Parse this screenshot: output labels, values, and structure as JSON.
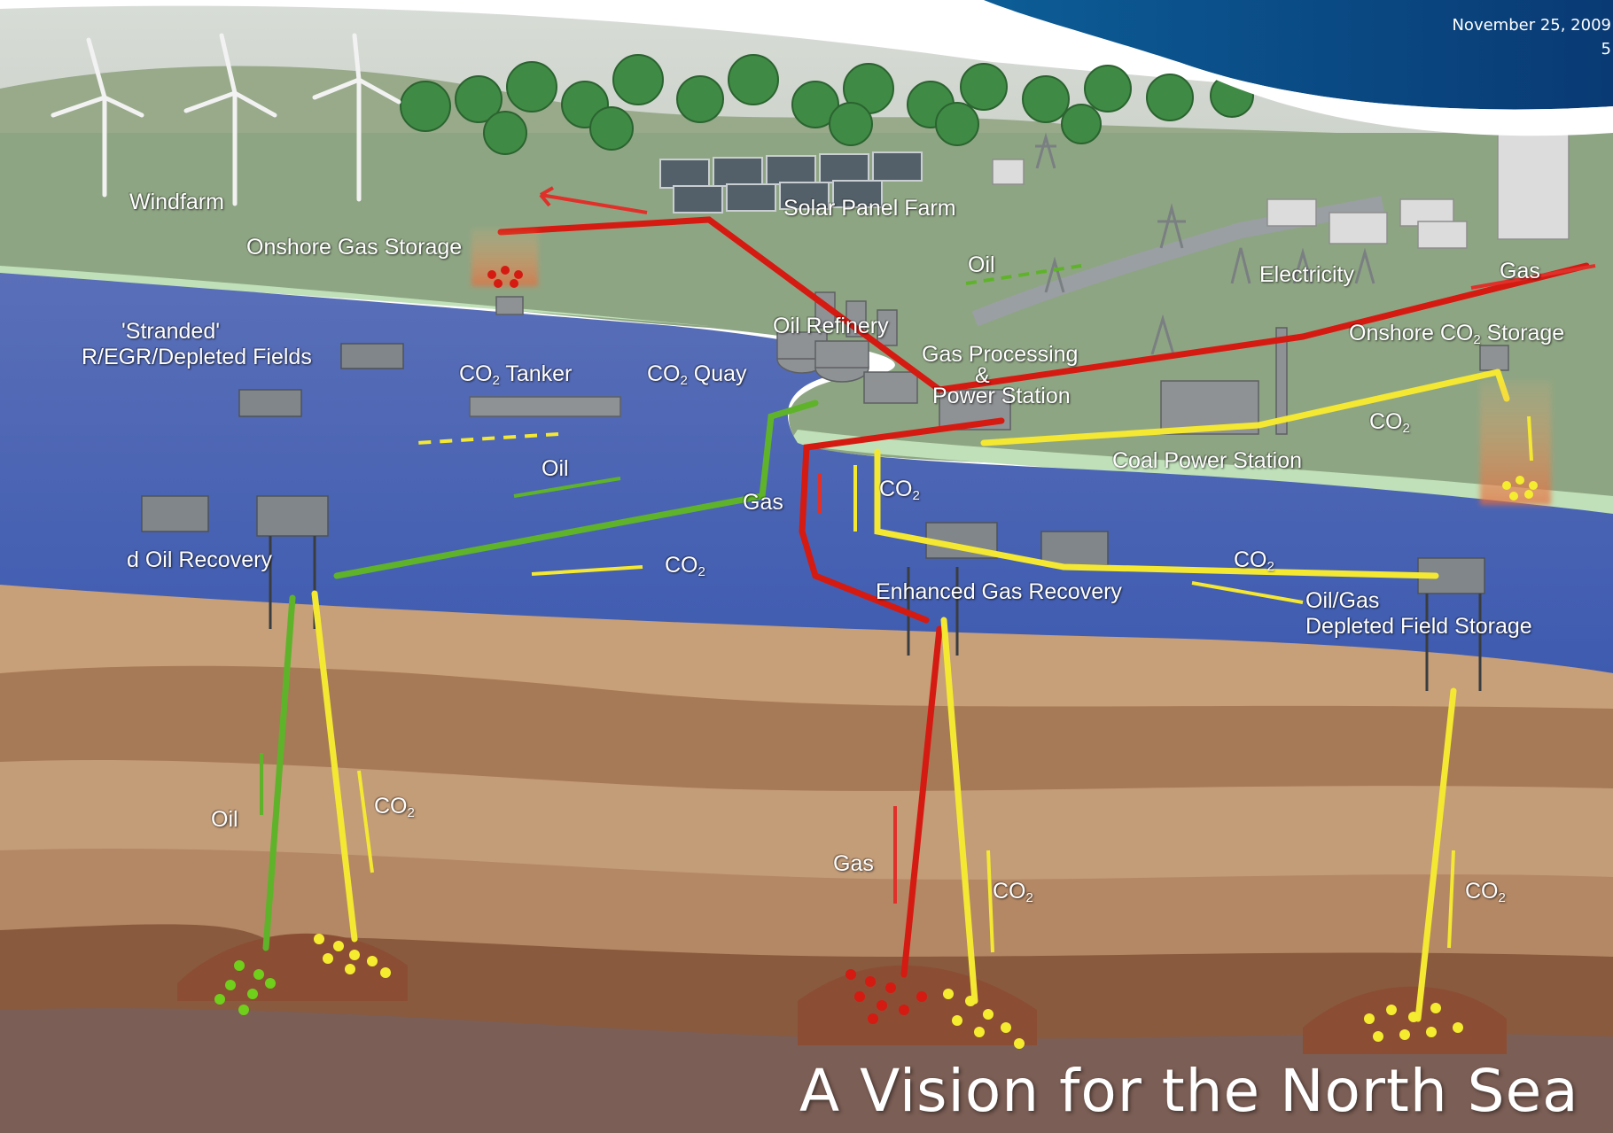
{
  "header": {
    "date": "November 25, 2009",
    "page_number": "5"
  },
  "title": "A Vision for the North Sea",
  "onshore_labels": {
    "windfarm": "Windfarm",
    "solar_panel_farm": "Solar Panel Farm",
    "onshore_gas_storage": "Onshore Gas Storage",
    "oil": "Oil",
    "electricity": "Electricity",
    "gas": "Gas",
    "onshore_co2_storage_pre": "Onshore CO",
    "onshore_co2_storage_sub": "2",
    "onshore_co2_storage_post": " Storage",
    "oil_refinery": "Oil Refinery",
    "gas_processing": "Gas Processing",
    "ampersand": "&",
    "power_station": "Power Station",
    "coal_power_station": "Coal Power Station",
    "co2_right": "CO",
    "co2_right_sub": "2"
  },
  "sea_labels": {
    "stranded": "'Stranded'",
    "egr_fields": "R/EGR/Depleted Fields",
    "co2_tanker": "CO",
    "co2_tanker_sub": "2",
    "co2_tanker_post": " Tanker",
    "co2_quay": "CO",
    "co2_quay_sub": "2",
    "co2_quay_post": " Quay",
    "oil": "Oil",
    "gas": "Gas",
    "co2_coast": "CO",
    "co2_coast_sub": "2",
    "oil_recovery": "d Oil Recovery",
    "co2_mid": "CO",
    "co2_mid_sub": "2",
    "enhanced_gas_recovery": "Enhanced Gas Recovery",
    "co2_east": "CO",
    "co2_east_sub": "2",
    "oil_gas": "Oil/Gas",
    "depleted_field_storage": "Depleted Field Storage"
  },
  "subsurface_labels": {
    "oil": "Oil",
    "co2_left": "CO",
    "co2_left_sub": "2",
    "gas": "Gas",
    "co2_center": "CO",
    "co2_center_sub": "2",
    "co2_right": "CO",
    "co2_right_sub": "2"
  },
  "colors": {
    "co2_pipe": "#f4e832",
    "gas_pipe": "#d51a12",
    "oil_pipe": "#5fb32a",
    "sea": "#4a67b7",
    "land": "#8ea583",
    "header_band": "#0a4f86"
  }
}
